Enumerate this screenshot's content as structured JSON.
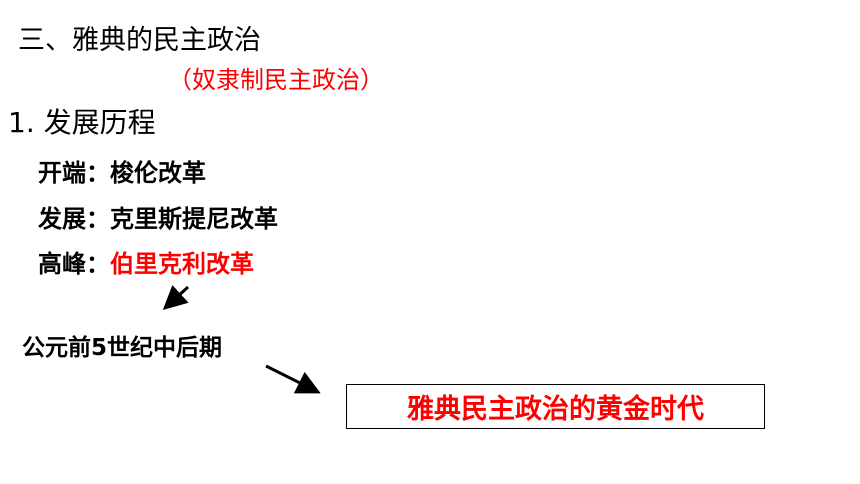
{
  "section_title": "三、雅典的民主政治",
  "subtitle": "（奴隶制民主政治）",
  "subsection": "1. 发展历程",
  "stages": [
    {
      "label": "开端：",
      "value": "梭伦改革",
      "color": "#000000"
    },
    {
      "label": "发展：",
      "value": "克里斯提尼改革",
      "color": "#000000"
    },
    {
      "label": "高峰：",
      "value": "伯里克利改革",
      "color": "#ff0000"
    }
  ],
  "period": "公元前5世纪中后期",
  "golden_age": "雅典民主政治的黄金时代",
  "colors": {
    "accent": "#ff0000",
    "text": "#000000"
  }
}
